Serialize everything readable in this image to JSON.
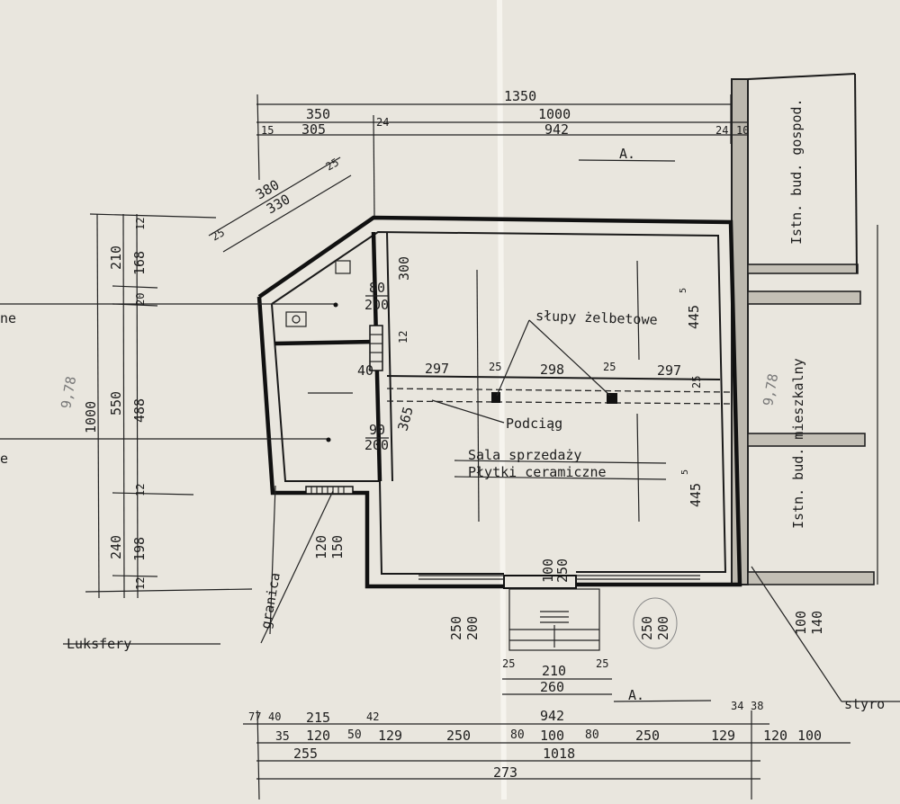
{
  "labels": {
    "section_top": "A.",
    "section_bottom": "A.",
    "columns": "słupy żelbetowe",
    "beam": "Podciąg",
    "sales_hall": "Sala sprzedaży",
    "tiles": "Płytki ceramiczne",
    "glass_blocks": "Luksfery",
    "boundary": "granica",
    "existing_outbuilding": "Istn. bud. gospod.",
    "existing_residential": "Istn. bud. mieszkalny",
    "styro": "styro",
    "left_cut_1": "ne",
    "left_cut_2": "e",
    "pencil_1": "9,78",
    "pencil_2": "9,78"
  },
  "dims_top": {
    "total": "1350",
    "left": "350",
    "right": "1000",
    "left_inner": "305",
    "right_inner": "942",
    "small_a": "15",
    "small_b": "24",
    "small_c": "24",
    "small_d": "10"
  },
  "dims_diag": {
    "outer": "380",
    "inner": "330",
    "small_a": "25",
    "small_b": "25"
  },
  "dims_left": {
    "total": "1000",
    "seg_a": "210",
    "seg_b": "550",
    "seg_c": "240",
    "sub_a": "168",
    "sub_b": "20",
    "sub_c": "488",
    "sub_d": "12",
    "sub_e": "198",
    "sub_f": "12",
    "top_small": "12"
  },
  "dims_interior": {
    "door_1_w": "80",
    "door_1_h": "200",
    "door_2_w": "90",
    "door_2_h": "200",
    "wall_300": "300",
    "wall_12": "12",
    "wall_365": "365",
    "wall_40": "40",
    "span_1": "297",
    "col_1": "25",
    "span_2": "298",
    "col_2": "25",
    "span_3": "297",
    "col_3": "25",
    "height_upper": "445",
    "height_upper_sup": "5",
    "height_lower": "445",
    "height_lower_sup": "5",
    "window_w": "120",
    "window_h": "150",
    "entry_w": "100",
    "entry_h": "250",
    "win_left_w": "250",
    "win_left_h": "200",
    "win_right_w": "250",
    "win_right_h": "200",
    "adj_w": "100",
    "adj_h": "140"
  },
  "dims_bottom": {
    "step_side_a": "25",
    "step_mid": "210",
    "step_side_b": "25",
    "step_total": "260",
    "r1_a": "77",
    "r1_b": "40",
    "r1_c": "215",
    "r1_d": "42",
    "r1_total": "942",
    "r1_e": "34",
    "r1_f": "38",
    "r2_a": "35",
    "r2_b": "120",
    "r2_c": "50",
    "r2_d": "129",
    "r2_e": "250",
    "r2_f": "80",
    "r2_g": "100",
    "r2_h": "80",
    "r2_i": "250",
    "r2_j": "129",
    "r2_k": "120",
    "r2_l": "100",
    "r3_a": "255",
    "r3_b": "1018",
    "r4_total": "273"
  }
}
